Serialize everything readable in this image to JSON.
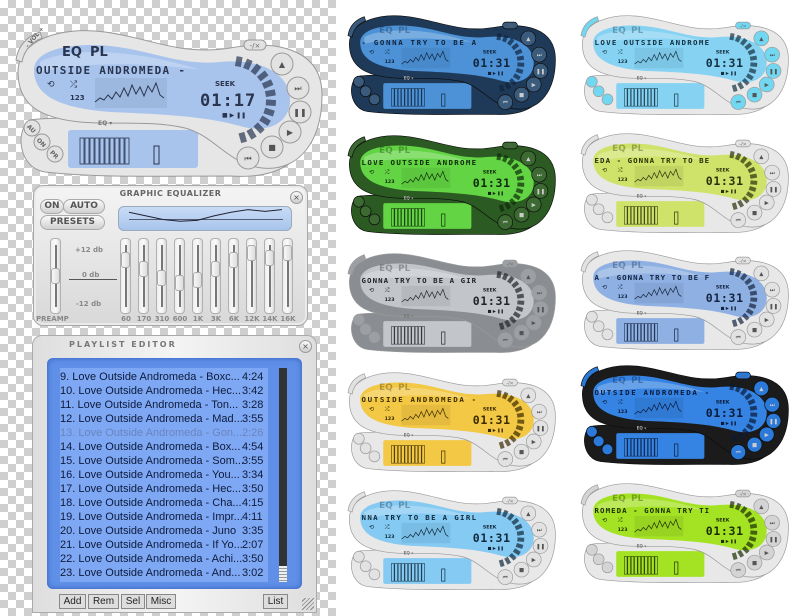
{
  "main_player": {
    "volume_label": "- VOL +",
    "eq_toggle": "EQ",
    "pl_toggle": "PL",
    "display_text": "OUTSIDE ANDROMEDA -",
    "seek_label": "SEEK",
    "time": "01:17",
    "eq_menu": "EQ ▾",
    "side_buttons": [
      "AU",
      "ON",
      "PR"
    ],
    "transport_icons": [
      "eject-icon",
      "next-icon",
      "pause-icon",
      "play-icon",
      "stop-icon",
      "previous-icon"
    ],
    "colors": {
      "frame": "#e6e6e6",
      "lcd": "#a8c4ec",
      "buttons": "#e2e2e2",
      "ink": "#2a3550"
    }
  },
  "equalizer": {
    "title": "GRAPHIC EQUALIZER",
    "on_label": "ON",
    "auto_label": "AUTO",
    "presets_label": "PRESETS",
    "preamp_label": "PREAMP",
    "db_labels": [
      "+12 db",
      "0 db",
      "-12 db"
    ],
    "preamp_db": 1,
    "bands": [
      {
        "label": "60",
        "db": 8
      },
      {
        "label": "170",
        "db": 4
      },
      {
        "label": "310",
        "db": 0
      },
      {
        "label": "600",
        "db": -2
      },
      {
        "label": "1K",
        "db": -1
      },
      {
        "label": "3K",
        "db": 4
      },
      {
        "label": "6K",
        "db": 8
      },
      {
        "label": "12K",
        "db": 11
      },
      {
        "label": "14K",
        "db": 9
      },
      {
        "label": "16K",
        "db": 11
      }
    ]
  },
  "playlist": {
    "title": "PLAYLIST EDITOR",
    "tracks": [
      {
        "title": "9. Love Outside Andromeda - Boxc...",
        "duration": "4:24"
      },
      {
        "title": "10. Love Outside Andromeda - Hec...",
        "duration": "3:42"
      },
      {
        "title": "11. Love Outside Andromeda - Ton...",
        "duration": "3:28"
      },
      {
        "title": "12. Love Outside Andromeda - Mad...",
        "duration": "3:55"
      },
      {
        "title": "13. Love Outside Andromeda - Gon...",
        "duration": "2:26",
        "current": true
      },
      {
        "title": "14. Love Outside Andromeda - Box...",
        "duration": "4:54"
      },
      {
        "title": "15. Love Outside Andromeda - Som...",
        "duration": "3:55"
      },
      {
        "title": "16. Love Outside Andromeda - You...",
        "duration": "3:34"
      },
      {
        "title": "17. Love Outside Andromeda - Hec...",
        "duration": "3:50"
      },
      {
        "title": "18. Love Outside Andromeda - Cha...",
        "duration": "4:15"
      },
      {
        "title": "19. Love Outside Andromeda - Impr...",
        "duration": "4:11"
      },
      {
        "title": "20. Love Outside Andromeda - Juno",
        "duration": "3:35"
      },
      {
        "title": "21. Love Outside Andromeda - If Yo...",
        "duration": "2:07"
      },
      {
        "title": "22. Love Outside Andromeda - Achi...",
        "duration": "3:50"
      },
      {
        "title": "23. Love Outside Andromeda - And...",
        "duration": "3:02"
      }
    ],
    "buttons": {
      "add": "Add",
      "rem": "Rem",
      "sel": "Sel",
      "misc": "Misc",
      "list": "List"
    }
  },
  "skin_variants": [
    {
      "display_text": "- GONNA TRY TO BE A",
      "time": "01:31",
      "seek_label": "SEEK",
      "colors": {
        "frame": "#1f3a58",
        "lcd": "#4d92d6",
        "buttons": "#3b5b7c",
        "ink": "#10243c"
      }
    },
    {
      "display_text": "LOVE OUTSIDE ANDROME",
      "time": "01:31",
      "seek_label": "SEEK",
      "colors": {
        "frame": "#e8e8e8",
        "lcd": "#86d2f2",
        "buttons": "#72d8f2",
        "ink": "#123040"
      }
    },
    {
      "display_text": "LOVE OUTSIDE ANDROME",
      "time": "01:31",
      "seek_label": "SEEK",
      "colors": {
        "frame": "#2b5a22",
        "lcd": "#63d444",
        "buttons": "#3c6a32",
        "ink": "#0e2a08"
      }
    },
    {
      "display_text": "EDA - GONNA TRY TO BE",
      "time": "01:31",
      "seek_label": "SEEK",
      "colors": {
        "frame": "#e8e8e8",
        "lcd": "#cfe26a",
        "buttons": "#e2e2e2",
        "ink": "#2a3008"
      }
    },
    {
      "display_text": "GONNA TRY TO BE A GIR",
      "time": "01:31",
      "seek_label": "SEEK",
      "colors": {
        "frame": "#8a8e92",
        "lcd": "#c2c6ca",
        "buttons": "#9ca0a4",
        "ink": "#202428"
      }
    },
    {
      "display_text": "A - GONNA TRY TO BE F",
      "time": "01:31",
      "seek_label": "SEEK",
      "colors": {
        "frame": "#e8e8e8",
        "lcd": "#8eb0e2",
        "buttons": "#e2e2e2",
        "ink": "#142440"
      }
    },
    {
      "display_text": "OUTSIDE ANDROMEDA -",
      "time": "01:31",
      "seek_label": "SEEK",
      "colors": {
        "frame": "#e8e8e8",
        "lcd": "#f2c844",
        "buttons": "#e2e2e2",
        "ink": "#3a2a00"
      }
    },
    {
      "display_text": "OUTSIDE ANDROMEDA -",
      "time": "01:31",
      "seek_label": "SEEK",
      "colors": {
        "frame": "#1b1b1b",
        "lcd": "#3583e2",
        "buttons": "#2b7ad9",
        "ink": "#0a1a38"
      }
    },
    {
      "display_text": "NNA TRY TO BE A GIRL",
      "time": "01:31",
      "seek_label": "SEEK",
      "colors": {
        "frame": "#e8e8e8",
        "lcd": "#84caf2",
        "buttons": "#e2e2e2",
        "ink": "#10283c"
      }
    },
    {
      "display_text": "ROMEDA - GONNA TRY TI",
      "time": "01:31",
      "seek_label": "SEEK",
      "colors": {
        "frame": "#e8e8e8",
        "lcd": "#a4e224",
        "buttons": "#d4d4d4",
        "ink": "#1a2c00"
      }
    }
  ]
}
